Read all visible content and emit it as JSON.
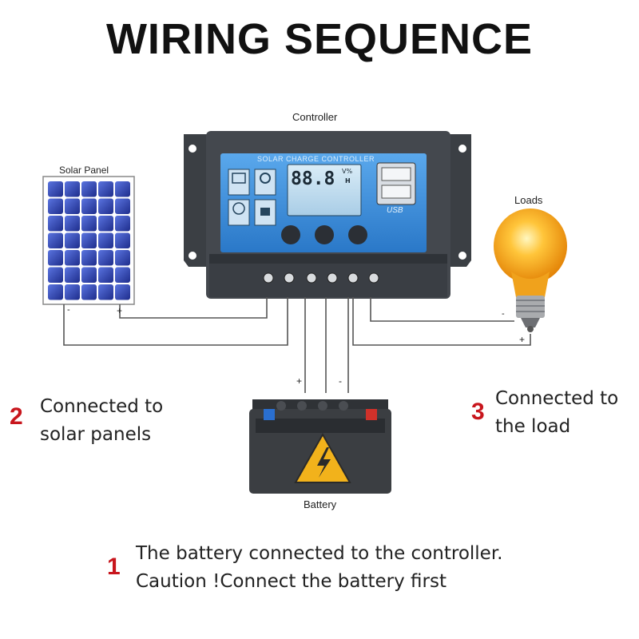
{
  "title": "WIRING SEQUENCE",
  "labels": {
    "controller": "Controller",
    "solar_panel": "Solar Panel",
    "loads": "Loads",
    "battery": "Battery"
  },
  "controller_panel": {
    "header": "SOLAR CHARGE CONTROLLER",
    "display": "88.8",
    "display_units_top": "V%",
    "display_units_bottom": "H",
    "usb": "USB",
    "icons": [
      "MCU control",
      "NT voltage",
      "Time/Night timer",
      "PWM protect"
    ]
  },
  "polarity": {
    "plus": "+",
    "minus": "-"
  },
  "steps": [
    {
      "number": "2",
      "lines": [
        "Connected to",
        "solar panels"
      ]
    },
    {
      "number": "3",
      "lines": [
        "Connected to",
        "the load"
      ]
    },
    {
      "number": "1",
      "lines": [
        "The battery connected to the controller.",
        "Caution !Connect the battery first"
      ]
    }
  ],
  "colors": {
    "accent_red": "#c8161d",
    "controller_blue": "#3a8fd8",
    "panel_blue": "#2c3fa8",
    "bulb": "#f5a623"
  }
}
